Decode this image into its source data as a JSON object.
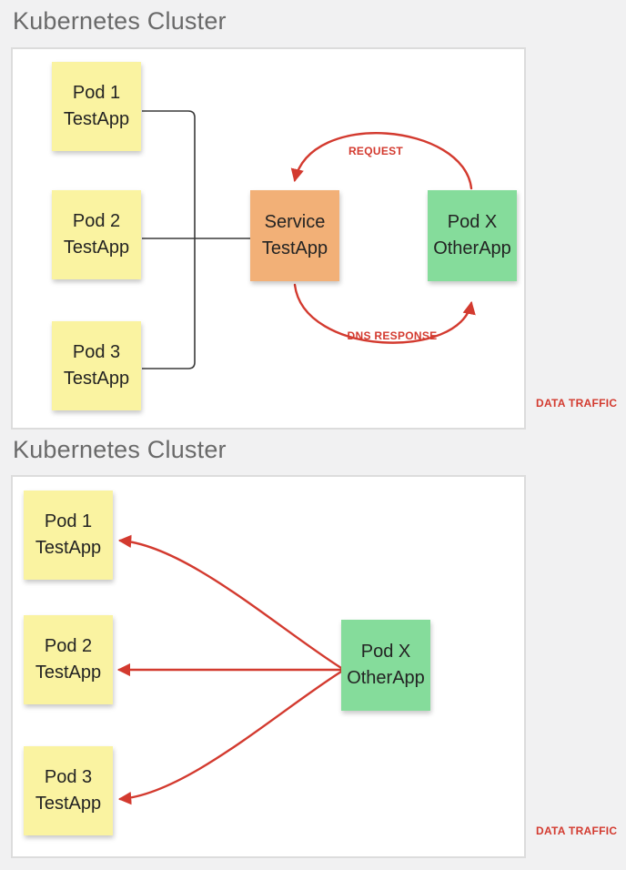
{
  "colors": {
    "page_bg": "#f1f1f2",
    "panel_bg": "#ffffff",
    "panel_border": "#dcdcdc",
    "pod_yellow": "#faf3a1",
    "service_orange": "#f2b077",
    "pod_green": "#85dc9b",
    "traffic_red": "#d33a2f",
    "connector_dark": "#3a3a3a",
    "title_gray": "#6a6a6a",
    "node_text": "#232323"
  },
  "sections": [
    {
      "title": "Kubernetes Cluster",
      "nodes": {
        "pod1": {
          "line1": "Pod 1",
          "line2": "TestApp"
        },
        "pod2": {
          "line1": "Pod 2",
          "line2": "TestApp"
        },
        "pod3": {
          "line1": "Pod 3",
          "line2": "TestApp"
        },
        "service": {
          "line1": "Service",
          "line2": "TestApp"
        },
        "podx": {
          "line1": "Pod X",
          "line2": "OtherApp"
        }
      },
      "labels": {
        "request": "REQUEST",
        "dns_response": "DNS RESPONSE",
        "data_traffic": "DATA TRAFFIC"
      }
    },
    {
      "title": "Kubernetes Cluster",
      "nodes": {
        "pod1": {
          "line1": "Pod 1",
          "line2": "TestApp"
        },
        "pod2": {
          "line1": "Pod 2",
          "line2": "TestApp"
        },
        "pod3": {
          "line1": "Pod 3",
          "line2": "TestApp"
        },
        "podx": {
          "line1": "Pod X",
          "line2": "OtherApp"
        }
      },
      "labels": {
        "data_traffic": "DATA TRAFFIC"
      }
    }
  ]
}
